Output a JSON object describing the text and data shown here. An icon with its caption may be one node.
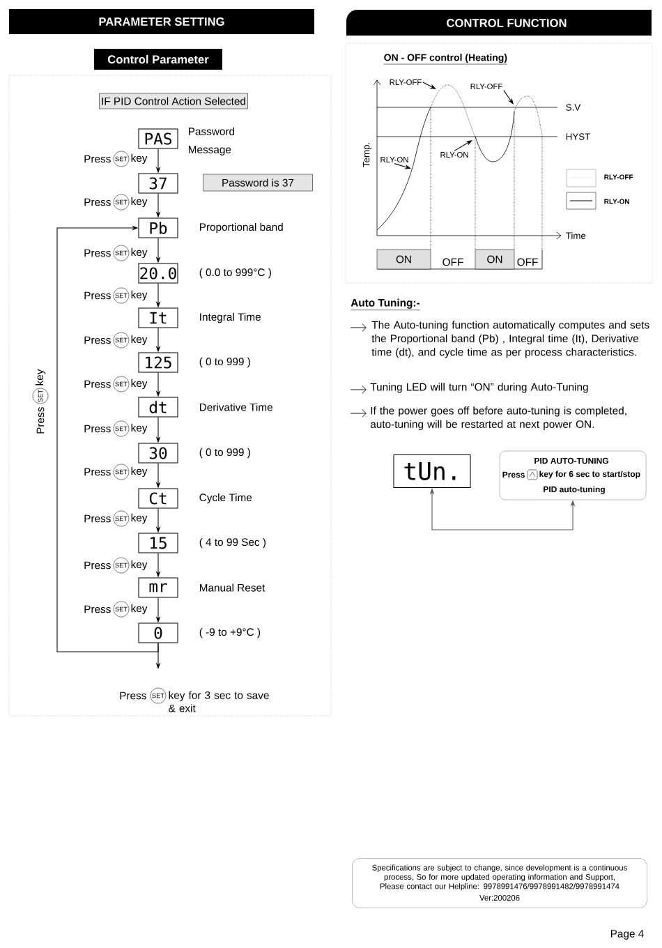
{
  "diagram": {
    "nodes": [
      {
        "text": [
          "PARAMETER SETTING"
        ]
      },
      {
        "text": [
          "Control Parameter"
        ]
      },
      {
        "text": [
          "IF PID Control Action Selected"
        ]
      },
      {
        "text": [
          "PAS"
        ],
        "beside": [
          "Password Message"
        ]
      },
      {
        "text": [
          "37"
        ]
      },
      {
        "text": [
          "Password is 37"
        ]
      },
      {
        "text": [
          "Pb"
        ],
        "beside": [
          "Proportional band"
        ]
      },
      {
        "text": [
          "20.0"
        ],
        "beside": [
          "( 0.0 to 999°C )"
        ]
      },
      {
        "text": [
          "It"
        ],
        "beside": [
          "Integral Time"
        ]
      },
      {
        "text": [
          "125"
        ],
        "beside": [
          "( 0 to 999 )"
        ]
      },
      {
        "text": [
          "dt"
        ],
        "beside": [
          "Derivative Time"
        ]
      },
      {
        "text": [
          "30"
        ],
        "beside": [
          "( 0 to 999 )"
        ]
      },
      {
        "text": [
          "Ct"
        ],
        "beside": [
          "Cycle Time"
        ]
      },
      {
        "text": [
          "15"
        ],
        "beside": [
          "( 4 to 99 Sec )"
        ]
      },
      {
        "text": [
          "mr"
        ],
        "beside": [
          "Manual Reset"
        ]
      },
      {
        "text": [
          "0"
        ],
        "beside": [
          "( -9 to +9°C )"
        ]
      },
      {
        "text": [
          "CONTROL FUNCTION"
        ]
      },
      {
        "text": [
          "RLY-OFF"
        ]
      },
      {
        "text": [
          "RLY-OFF"
        ]
      },
      {
        "text": [
          "RLY-ON"
        ]
      },
      {
        "text": [
          "RLY-ON"
        ]
      },
      {
        "text": [
          "ON"
        ]
      },
      {
        "text": [
          "OFF"
        ]
      },
      {
        "text": [
          "ON"
        ]
      },
      {
        "text": [
          "OFF"
        ]
      },
      {
        "text": [
          "tUn."
        ]
      },
      {
        "text": [
          "PID AUTO-TUNING",
          "Press",
          "key for 6 sec to start/stop",
          "PID auto-tuning"
        ]
      },
      {
        "text": [
          "Specifications are subject to change, since development is a continuous process, So for more updated operating information and Support, Please contact our Helpline: 9978991476/9978991482/9978991474",
          "Ver:200206"
        ]
      }
    ],
    "edges": [
      {
        "from": 3,
        "to": 4,
        "arrow": "to",
        "label": "Press"
      },
      {
        "from": 4,
        "to": 6,
        "arrow": "to",
        "label": "Press"
      },
      {
        "from": 6,
        "to": 7,
        "arrow": "to",
        "label": "Press"
      },
      {
        "from": 7,
        "to": 8,
        "arrow": "to",
        "label": "Press"
      },
      {
        "from": 8,
        "to": 9,
        "arrow": "to",
        "label": "Press"
      },
      {
        "from": 9,
        "to": 10,
        "arrow": "to",
        "label": "Press"
      },
      {
        "from": 10,
        "to": 11,
        "arrow": "to",
        "label": "Press"
      },
      {
        "from": 11,
        "to": 12,
        "arrow": "to",
        "label": "Press"
      },
      {
        "from": 12,
        "to": 13,
        "arrow": "to",
        "label": "Press"
      },
      {
        "from": 13,
        "to": 14,
        "arrow": "to",
        "label": "Press"
      },
      {
        "from": 14,
        "to": 15,
        "arrow": "to",
        "label": "Press"
      },
      {
        "from": 15,
        "to": 6,
        "arrow": "to",
        "label": "Press"
      },
      {
        "from": 15,
        "to": null,
        "arrow": "to",
        "label": "Press"
      },
      {
        "from": 17,
        "to": null,
        "arrow": "to"
      },
      {
        "from": 18,
        "to": null,
        "arrow": "to"
      },
      {
        "from": 19,
        "to": null,
        "arrow": "to"
      },
      {
        "from": 20,
        "to": null,
        "arrow": "to"
      },
      {
        "from": 25,
        "to": 26,
        "arrow": "both",
        "color": "#555555"
      }
    ],
    "labels": [
      "SET",
      "key",
      "SET",
      "key",
      "SET",
      "key",
      "SET",
      "key",
      "SET",
      "key",
      "SET",
      "key",
      "SET",
      "key",
      "SET",
      "key",
      "SET",
      "key",
      "SET",
      "key",
      "SET",
      "key",
      "SET",
      "key",
      "SET",
      "key for 3 sec to save & exit",
      "ON - OFF control (Heating)",
      "S.V",
      "HYST",
      "Temp.",
      "Time",
      "Auto Tuning:-",
      "The Auto-tuning function automatically computes and sets the Proportional band (Pb) , Integral time (It), Derivative time (dt), and cycle time as per process characteristics.",
      "Tuning LED will turn “ON” during Auto-Tuning",
      "If the power goes off before auto-tuning is completed, auto-tuning will be restarted at next power ON.",
      "Page 4"
    ],
    "legend": [
      {
        "text": "RLY-OFF"
      },
      {
        "text": "RLY-ON"
      }
    ]
  }
}
